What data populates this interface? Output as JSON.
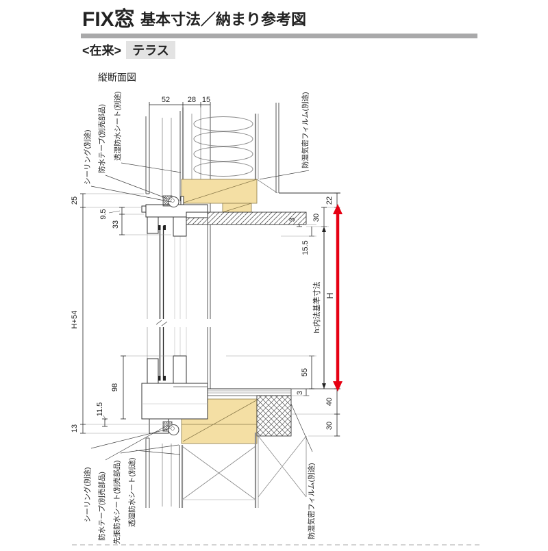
{
  "header": {
    "title_main": "FIX窓",
    "title_sub": "基本寸法／納まり参考図",
    "construction_method": "<在来>",
    "window_type": "テラス",
    "drawing_label": "縦断面図"
  },
  "colors": {
    "accent_red": "#e60012",
    "wood_fill": "#f4dfa4",
    "title_bar_gray": "#a9a9aa",
    "chip_gray": "#e3e3e3",
    "line_dark": "#333333",
    "line_gray": "#999999"
  },
  "dimensions": {
    "top": [
      "52",
      "28",
      "15"
    ],
    "left": [
      "25",
      "9.5",
      "33",
      "H+54",
      "98",
      "11.5",
      "13"
    ],
    "right_top": [
      "22",
      "30",
      "3",
      "15.5"
    ],
    "right_bottom": [
      "55",
      "3",
      "40",
      "30"
    ],
    "height_reference": {
      "label": "h:内法基準寸法",
      "arrow_label": "H"
    }
  },
  "callouts": {
    "top_left": [
      "シーリング(別途)",
      "防水テープ(別売部品)",
      "透湿防水シート(別途)"
    ],
    "top_right": [
      "防湿気密フィルム(別途)"
    ],
    "bottom_left": [
      "シーリング(別途)",
      "防水テープ(別売部品)",
      "先張防水シート(別売部品)",
      "透湿防水シート(別途)"
    ],
    "bottom_right": [
      "防湿気密フィルム(別途)"
    ]
  }
}
